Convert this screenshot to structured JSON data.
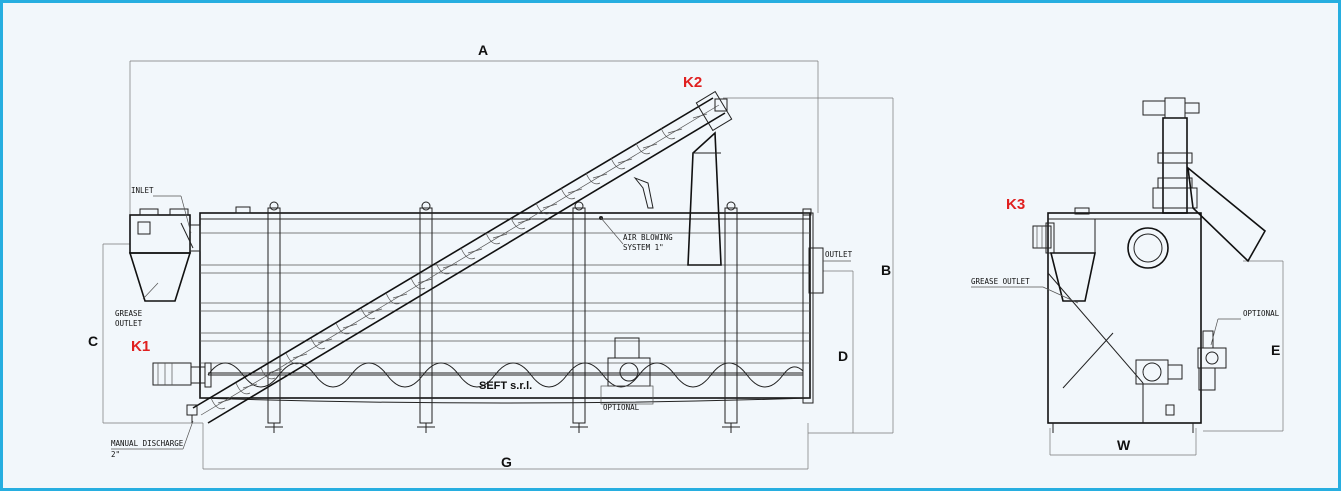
{
  "colors": {
    "frame": "#27aee0",
    "background": "#f2f7fb",
    "key_label": "#e02020"
  },
  "dimensions": {
    "a": "A",
    "b": "B",
    "c": "C",
    "d": "D",
    "e": "E",
    "g": "G",
    "w": "W"
  },
  "keys": {
    "k1": "K1",
    "k2": "K2",
    "k3": "K3"
  },
  "labels": {
    "inlet": "INLET",
    "grease_outlet_line1": "GREASE",
    "grease_outlet_line2": "OUTLET",
    "manual_discharge_line1": "MANUAL DISCHARGE",
    "manual_discharge_line2": "2\"",
    "air_blowing_line1": "AIR BLOWING",
    "air_blowing_line2": "SYSTEM 1\"",
    "outlet": "OUTLET",
    "optional_front": "OPTIONAL",
    "brand": "SEFT s.r.l.",
    "grease_outlet_side": "GREASE OUTLET",
    "optional_side": "OPTIONAL"
  }
}
